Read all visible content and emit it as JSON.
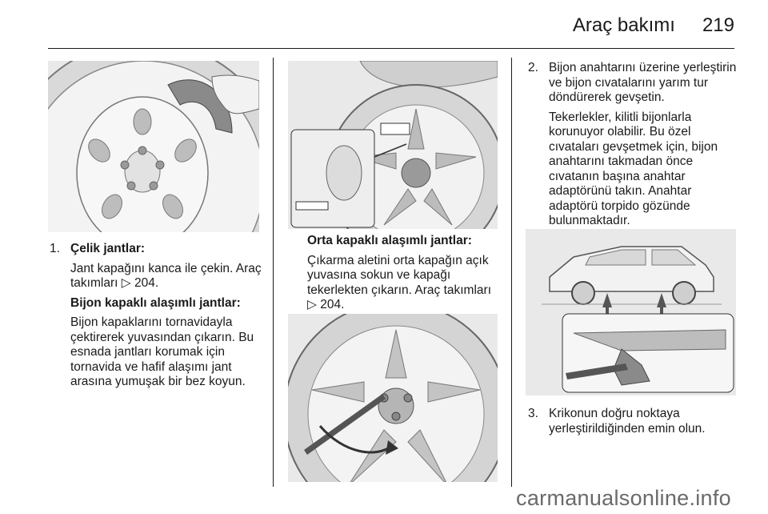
{
  "header": {
    "section": "Araç bakımı",
    "page": "219"
  },
  "col1": {
    "item_num": "1.",
    "heading": "Çelik jantlar:",
    "p1": "Jant kapağını kanca ile çekin. Araç takımları",
    "p1_ref": "204.",
    "subheading": "Bijon kapaklı alaşımlı jantlar:",
    "p2": "Bijon kapaklarını tornavidayla çektirerek yuvasından çıkarın. Bu esnada jantları korumak için tornavida ve hafif alaşımı jant arasına yumuşak bir bez koyun."
  },
  "col2": {
    "subheading": "Orta kapaklı alaşımlı jantlar:",
    "p1": "Çıkarma aletini orta kapağın açık yuvasına sokun ve kapağı tekerlekten çıkarın. Araç takımları",
    "p1_ref": "204."
  },
  "col3": {
    "item2_num": "2.",
    "item2_text": "Bijon anahtarını üzerine yerleştirin ve bijon cıvatalarını yarım tur döndürerek gevşetin.",
    "item2_note": "Tekerlekler, kilitli bijonlarla korunuyor olabilir. Bu özel cıvataları gevşetmek için, bijon anahtarını takmadan önce cıvatanın başına anahtar adaptörünü takın. Anahtar adaptörü torpido gözünde bulunmaktadır.",
    "item3_num": "3.",
    "item3_text": "Krikonun doğru noktaya yerleştirildiğinden emin olun."
  },
  "ref_icon": "page-reference-icon",
  "watermark": "carmanualsonline.info"
}
